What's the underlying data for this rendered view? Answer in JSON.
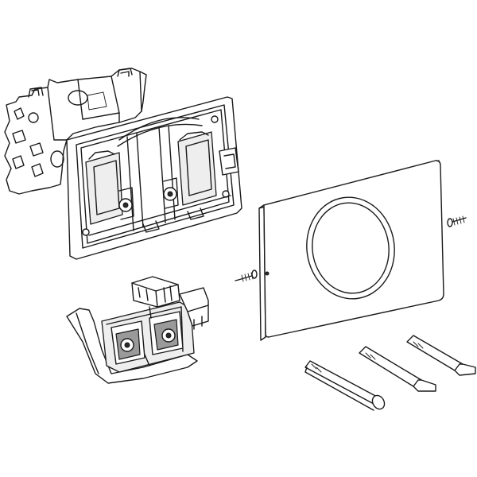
{
  "diagram": {
    "parts": [
      {
        "id": "mounting-frame",
        "kind": "rear mounting bracket"
      },
      {
        "id": "carrier-frame",
        "kind": "front frame with actuator housings"
      },
      {
        "id": "actuator-module",
        "kind": "dual actuator unit"
      },
      {
        "id": "cover-plate",
        "kind": "flush plate with round button"
      },
      {
        "id": "screws",
        "kind": "fixing screws",
        "count": 2
      },
      {
        "id": "actuating-rods",
        "kind": "push rods",
        "count": 3
      }
    ],
    "colors": {
      "line": "#1a1a1a",
      "background": "#ffffff",
      "light_fill": "#eeeeee",
      "mid_fill": "#9a9a9a",
      "dark_fill": "#2a2a2a"
    }
  }
}
